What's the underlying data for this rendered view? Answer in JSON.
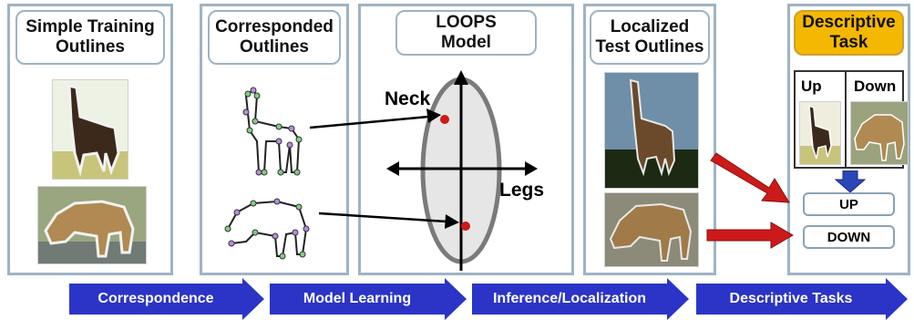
{
  "panels": {
    "training": {
      "title_line1": "Simple Training",
      "title_line2": "Outlines"
    },
    "corresponded": {
      "title_line1": "Corresponded",
      "title_line2": "Outlines"
    },
    "loops": {
      "title_line1": "LOOPS",
      "title_line2": "Model",
      "neck_label": "Neck",
      "legs_label": "Legs"
    },
    "localized": {
      "title_line1": "Localized",
      "title_line2": "Test Outlines"
    },
    "descriptive": {
      "title_line1": "Descriptive",
      "title_line2": "Task",
      "up_header": "Up",
      "down_header": "Down",
      "answer_up": "UP",
      "answer_down": "DOWN"
    }
  },
  "stages": [
    "Correspondence",
    "Model Learning",
    "Inference/Localization",
    "Descriptive Tasks"
  ],
  "colors": {
    "panel_border": "#9fb3c2",
    "stage_arrow": "#2b34c7",
    "red_arrow": "#cc1a1a",
    "orange_title": "#f5b800",
    "ellipse_fill": "#e6e6e6",
    "ellipse_stroke": "#7a7a7a"
  }
}
